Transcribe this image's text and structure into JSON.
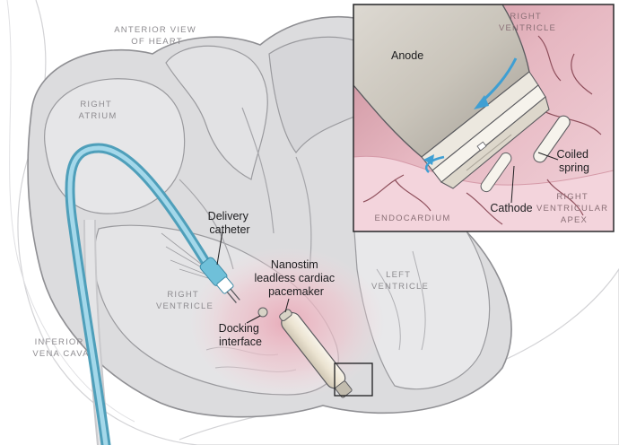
{
  "labels": {
    "anterior_view": [
      "ANTERIOR VIEW",
      "OF HEART"
    ],
    "right_atrium": [
      "RIGHT",
      "ATRIUM"
    ],
    "right_ventricle_main": [
      "RIGHT",
      "VENTRICLE"
    ],
    "left_ventricle": [
      "LEFT",
      "VENTRICLE"
    ],
    "inferior_vena_cava": [
      "INFERIOR",
      "VENA CAVA"
    ],
    "delivery_catheter": [
      "Delivery",
      "catheter"
    ],
    "nanostim": [
      "Nanostim",
      "leadless cardiac",
      "pacemaker"
    ],
    "docking_interface": [
      "Docking",
      "interface"
    ]
  },
  "inset": {
    "right_ventricle": [
      "RIGHT",
      "VENTRICLE"
    ],
    "anode": "Anode",
    "cathode": "Cathode",
    "coiled_spring": [
      "Coiled",
      "spring"
    ],
    "endocardium": "ENDOCARDIUM",
    "right_ventricular_apex": [
      "RIGHT",
      "VENTRICULAR",
      "APEX"
    ]
  },
  "colors": {
    "heart_tissue": "#d9d9db",
    "heart_outline": "#8f8f93",
    "inset_tissue": "#ecc6cf",
    "catheter": "#7fc6dc",
    "device_body": "#efe8da",
    "arrow": "#3f9fd3"
  }
}
